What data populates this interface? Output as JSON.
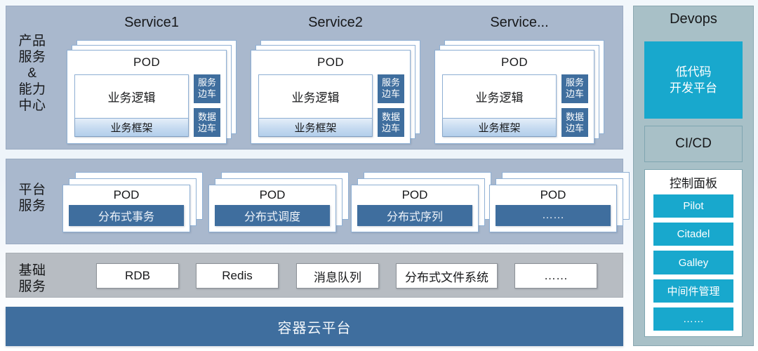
{
  "bands": {
    "product": {
      "label": "产品\n服务\n&\n能力\n中心",
      "services": [
        {
          "title": "Service1",
          "pod_title": "POD",
          "logic_label": "业务逻辑",
          "framework_label": "业务框架",
          "sidecars": [
            "服务\n边车",
            "数据\n边车"
          ]
        },
        {
          "title": "Service2",
          "pod_title": "POD",
          "logic_label": "业务逻辑",
          "framework_label": "业务框架",
          "sidecars": [
            "服务\n边车",
            "数据\n边车"
          ]
        },
        {
          "title": "Service...",
          "pod_title": "POD",
          "logic_label": "业务逻辑",
          "framework_label": "业务框架",
          "sidecars": [
            "服务\n边车",
            "数据\n边车"
          ]
        }
      ]
    },
    "platform": {
      "label": "平台\n服务",
      "pods": [
        {
          "pod_title": "POD",
          "service_label": "分布式事务"
        },
        {
          "pod_title": "POD",
          "service_label": "分布式调度"
        },
        {
          "pod_title": "POD",
          "service_label": "分布式序列"
        },
        {
          "pod_title": "POD",
          "service_label": "……"
        }
      ]
    },
    "infra": {
      "label": "基础\n服务",
      "items": [
        "RDB",
        "Redis",
        "消息队列",
        "分布式文件系统",
        "……"
      ]
    },
    "container_platform": {
      "label": "容器云平台"
    }
  },
  "devops": {
    "title": "Devops",
    "lowcode_label": "低代码\n开发平台",
    "cicd_label": "CI/CD",
    "panel": {
      "title": "控制面板",
      "items": [
        "Pilot",
        "Citadel",
        "Galley",
        "中间件管理",
        "……"
      ]
    }
  },
  "colors": {
    "band_blue_grey": "#a9b8cd",
    "band_grey": "#b7bcc2",
    "steel_blue": "#3f6e9e",
    "cyan": "#18a8cd",
    "devops_bg": "#a8c0c7",
    "card_border": "#8fb0d4",
    "page_bg": "#f2f7fb"
  }
}
